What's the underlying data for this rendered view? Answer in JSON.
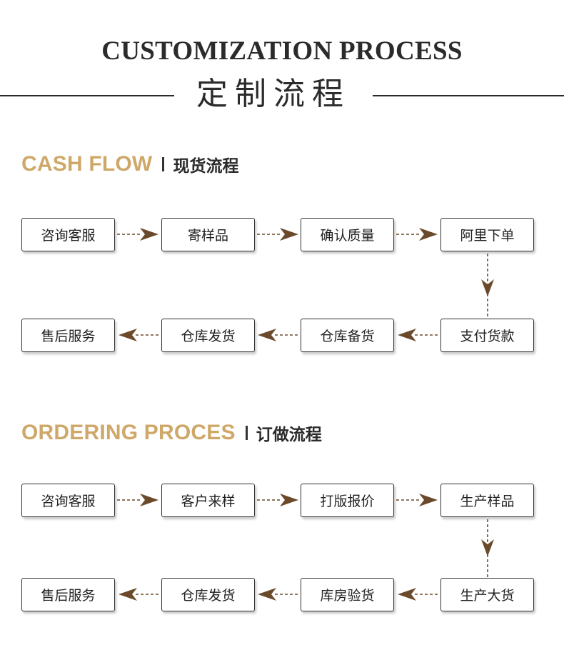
{
  "header": {
    "title": "CUSTOMIZATION PROCESS",
    "subtitle": "定制流程"
  },
  "cash_flow": {
    "title_en": "CASH FLOW",
    "title_cn": "现货流程",
    "steps": [
      "咨询客服",
      "寄样品",
      "确认质量",
      "阿里下单",
      "支付货款",
      "仓库备货",
      "仓库发货",
      "售后服务"
    ]
  },
  "ordering": {
    "title_en": "ORDERING PROCES",
    "title_cn": "订做流程",
    "steps": [
      "咨询客服",
      "客户来样",
      "打版报价",
      "生产样品",
      "生产大货",
      "库房验货",
      "仓库发货",
      "售后服务"
    ]
  },
  "colors": {
    "accent_gold": "#cfa869",
    "arrow_brown": "#6b4a2b",
    "text_dark": "#2b2b2b"
  }
}
